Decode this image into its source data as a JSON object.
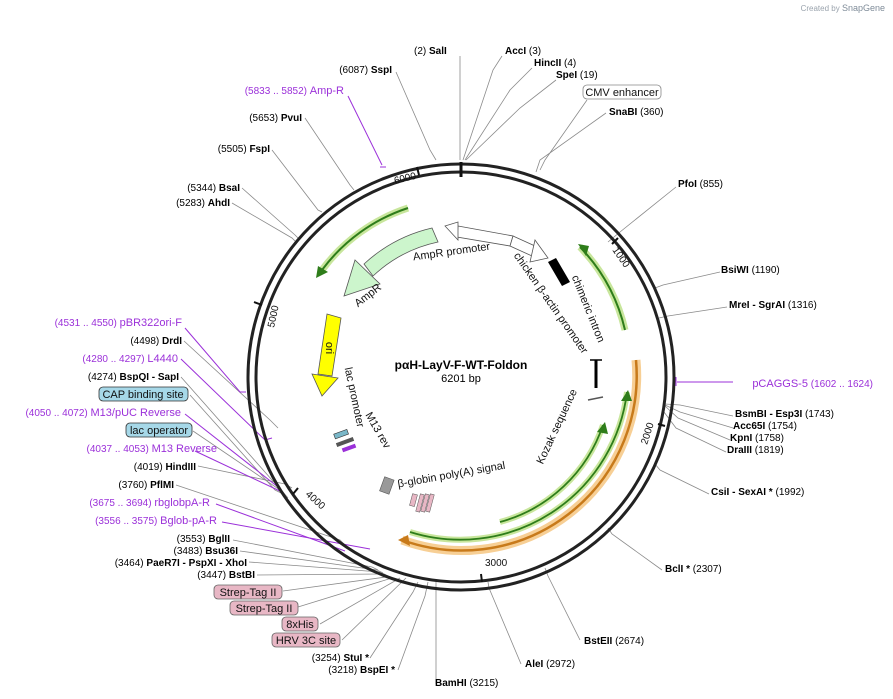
{
  "credit": {
    "created_by": "Created by",
    "brand": "SnapGene"
  },
  "plasmid": {
    "name": "pαH-LayV-F-WT-Foldon",
    "length_bp": 6201,
    "length_label": "6201 bp"
  },
  "colors": {
    "backbone": "#222222",
    "enzyme_line": "#888888",
    "primer": "#9b30d9",
    "feature_label_bg_blue": "#a6d8e8",
    "feature_label_bg_pink": "#e8b7c5",
    "ampR_fill": "#ccf5cc",
    "ori_fill": "#ffff00",
    "cds_outline": "#2e7d1a",
    "cds_glow": "#b8e08a",
    "orange_glow": "#f7c98a",
    "orange_arrow": "#c87a1a"
  },
  "ticks": [
    {
      "pos": 1000,
      "label": "1000"
    },
    {
      "pos": 2000,
      "label": "2000"
    },
    {
      "pos": 3000,
      "label": "3000"
    },
    {
      "pos": 4000,
      "label": "4000"
    },
    {
      "pos": 5000,
      "label": "5000"
    },
    {
      "pos": 6000,
      "label": "6000"
    }
  ],
  "enzymes_right": [
    {
      "name": "SalI",
      "pos": "(2)"
    },
    {
      "name": "AccI",
      "pos": "(3)"
    },
    {
      "name": "HincII",
      "pos": "(4)"
    },
    {
      "name": "SpeI",
      "pos": "(19)"
    },
    {
      "name": "SnaBI",
      "pos": "(360)"
    },
    {
      "name": "PfoI",
      "pos": "(855)"
    },
    {
      "name": "BsiWI",
      "pos": "(1190)"
    },
    {
      "name": "MreI - SgrAI",
      "pos": "(1316)"
    },
    {
      "name": "BsmBI - Esp3I",
      "pos": "(1743)"
    },
    {
      "name": "Acc65I",
      "pos": "(1754)"
    },
    {
      "name": "KpnI",
      "pos": "(1758)"
    },
    {
      "name": "DraIII",
      "pos": "(1819)"
    },
    {
      "name": "CsiI - SexAI *",
      "pos": "(1992)"
    },
    {
      "name": "BclI *",
      "pos": "(2307)"
    },
    {
      "name": "BstEII",
      "pos": "(2674)"
    },
    {
      "name": "AleI",
      "pos": "(2972)"
    },
    {
      "name": "BamHI",
      "pos": "(3215)"
    }
  ],
  "enzymes_left": [
    {
      "name": "SspI",
      "pos": "(6087)"
    },
    {
      "name": "PvuI",
      "pos": "(5653)"
    },
    {
      "name": "FspI",
      "pos": "(5505)"
    },
    {
      "name": "BsaI",
      "pos": "(5344)"
    },
    {
      "name": "AhdI",
      "pos": "(5283)"
    },
    {
      "name": "DrdI",
      "pos": "(4498)"
    },
    {
      "name": "BspQI - SapI",
      "pos": "(4274)"
    },
    {
      "name": "HindIII",
      "pos": "(4019)"
    },
    {
      "name": "PflMI",
      "pos": "(3760)"
    },
    {
      "name": "BglII",
      "pos": "(3553)"
    },
    {
      "name": "Bsu36I",
      "pos": "(3483)"
    },
    {
      "name": "PaeR7I - PspXI - XhoI",
      "pos": "(3464)"
    },
    {
      "name": "BstBI",
      "pos": "(3447)"
    },
    {
      "name": "StuI *",
      "pos": "(3254)"
    },
    {
      "name": "BspEI *",
      "pos": "(3218)"
    }
  ],
  "primers": [
    {
      "name": "Amp-R",
      "range": "(5833 .. 5852)"
    },
    {
      "name": "pBR322ori-F",
      "range": "(4531 .. 4550)"
    },
    {
      "name": "L4440",
      "range": "(4280 .. 4297)"
    },
    {
      "name": "M13/pUC Reverse",
      "range": "(4050 .. 4072)"
    },
    {
      "name": "M13 Reverse",
      "range": "(4037 .. 4053)"
    },
    {
      "name": "rbglobpA-R",
      "range": "(3675 .. 3694)"
    },
    {
      "name": "Bglob-pA-R",
      "range": "(3556 .. 3575)"
    },
    {
      "name": "pCAGGS-5",
      "range": "(1602 .. 1624)"
    }
  ],
  "boxed_labels": [
    {
      "text": "CMV enhancer",
      "style": "white"
    },
    {
      "text": "CAP binding site",
      "style": "blue"
    },
    {
      "text": "lac operator",
      "style": "blue"
    },
    {
      "text": "Strep-Tag II",
      "style": "pink"
    },
    {
      "text": "Strep-Tag II",
      "style": "pink"
    },
    {
      "text": "8xHis",
      "style": "pink"
    },
    {
      "text": "HRV 3C site",
      "style": "pink"
    }
  ],
  "inner_labels": {
    "ampr_promoter": "AmpR promoter",
    "ampr": "AmpR",
    "chicken": "chicken β-actin promoter",
    "chimeric": "chimeric intron",
    "ori": "ori",
    "lac_promoter": "lac promoter",
    "m13_rev": "M13 rev",
    "kozak": "Kozak sequence",
    "bglobin": "β-globin poly(A) signal"
  }
}
